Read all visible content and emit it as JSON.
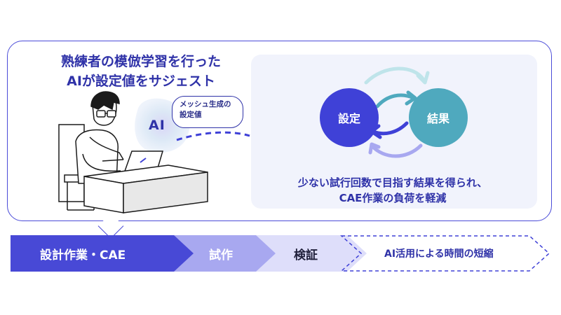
{
  "headline": {
    "line1": "熟練者の模倣学習を行った",
    "line2": "AIが設定値をサジェスト"
  },
  "ai_bubble": {
    "line1": "メッシュ生成の",
    "line2": "設定値"
  },
  "ai_label": "AI",
  "cycle": {
    "left": "設定",
    "right": "結果"
  },
  "result_text": {
    "line1": "少ない試行回数で目指す結果を得られ、",
    "line2": "CAE作業の負荷を軽減"
  },
  "flow": [
    {
      "label": "設計作業・CAE"
    },
    {
      "label": "試作"
    },
    {
      "label": "検証"
    },
    {
      "label": "AI活用による時間の短縮"
    }
  ],
  "colors": {
    "primary": "#4849d6",
    "teal": "#4fa9be",
    "light_violet": "#a8a8f0",
    "pale_violet": "#dedefa"
  }
}
